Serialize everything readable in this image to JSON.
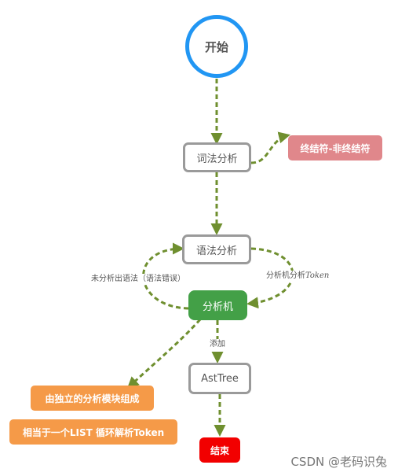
{
  "nodes": {
    "start": "开始",
    "lexer": "词法分析",
    "terminal": "终结符-非终结符",
    "grammar": "语法分析",
    "analyzer": "分析机",
    "asttree": "AstTree",
    "note_module": "由独立的分析模块组成",
    "note_list": "相当于一个LIST 循环解析Token",
    "end": "结束"
  },
  "edges": {
    "error_prefix": "未分析出语法（语法错误）",
    "analyze_prefix": "分析机分析",
    "analyze_token": "Token",
    "add": "添加"
  },
  "watermark": "CSDN @老码识兔",
  "colors": {
    "edge": "#6f8f2f",
    "start_border": "#2196f3",
    "gray_border": "#9a9a9a",
    "green": "#43a047",
    "pink": "#e0878b",
    "orange": "#f59a48",
    "red": "#f20000"
  }
}
